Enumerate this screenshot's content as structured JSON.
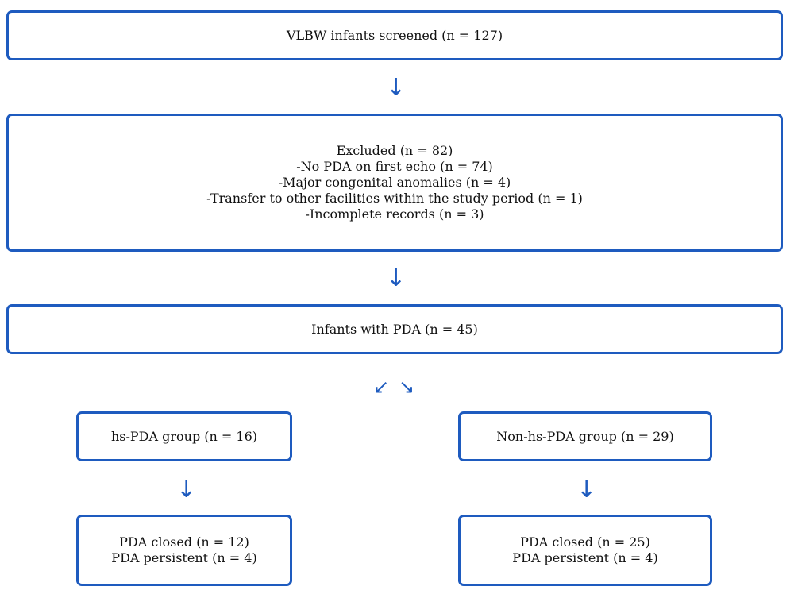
{
  "screened": {
    "text": "VLBW infants screened (n = 127)"
  },
  "excluded": {
    "lines": [
      "Excluded (n = 82)",
      "-No PDA on first echo (n = 74)",
      "-Major congenital anomalies (n = 4)",
      "-Transfer to other facilities within the study period (n = 1)",
      "-Incomplete records (n = 3)"
    ]
  },
  "pda": {
    "text": "Infants with PDA (n = 45)"
  },
  "hs_group": {
    "title": "hs-PDA group (n = 16)",
    "outcomes": [
      "PDA closed (n = 12)",
      "PDA persistent (n = 4)"
    ]
  },
  "non_hs_group": {
    "title": "Non-hs-PDA group (n = 29)",
    "outcomes": [
      "PDA closed (n = 25)",
      "PDA persistent (n = 4)"
    ]
  },
  "arrows": {
    "down": "↓",
    "down_left": "↙",
    "down_right": "↘"
  },
  "colors": {
    "accent": "#1e5bbf"
  }
}
